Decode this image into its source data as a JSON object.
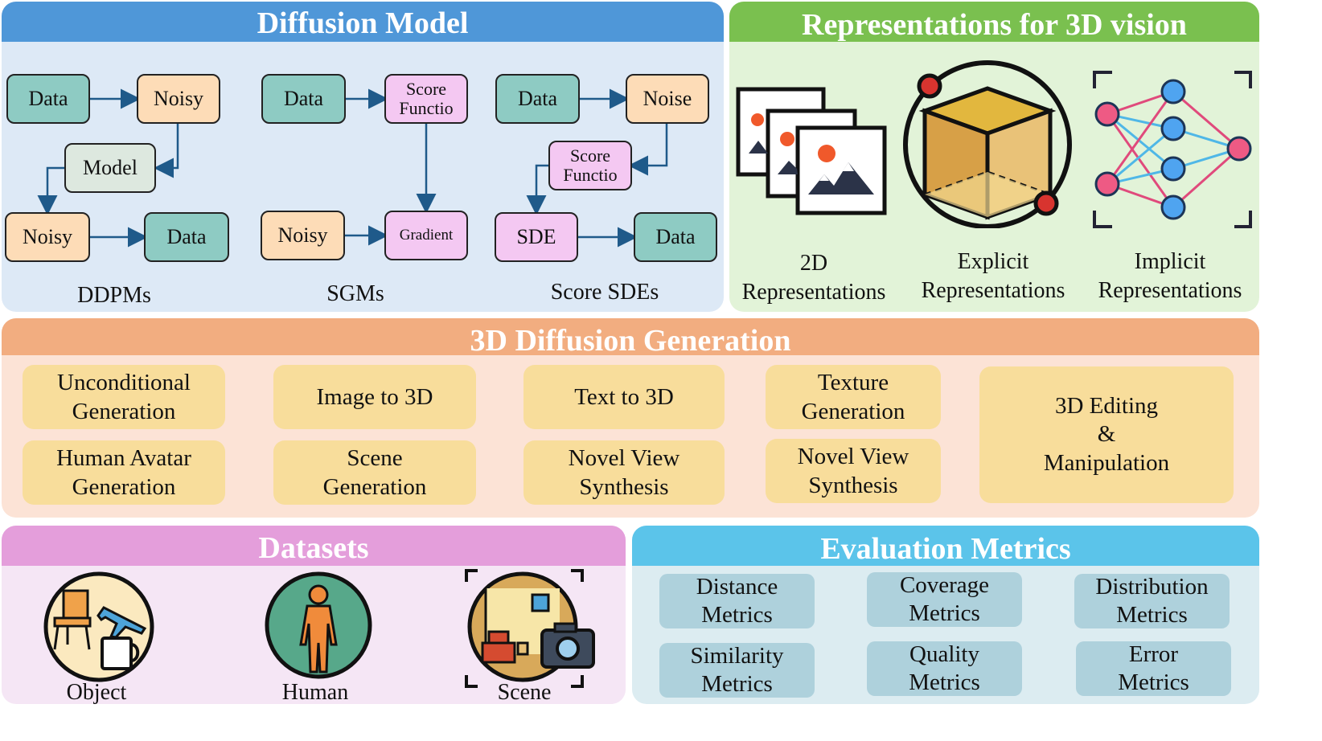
{
  "diffusion": {
    "title": "Diffusion Model",
    "ddpm": {
      "data1": "Data",
      "noisy1": "Noisy",
      "model": "Model",
      "noisy2": "Noisy",
      "data2": "Data",
      "caption": "DDPMs"
    },
    "sgm": {
      "data": "Data",
      "score": "Score\nFunctio",
      "noisy": "Noisy",
      "gradient": "Gradient",
      "caption": "SGMs"
    },
    "sde": {
      "data1": "Data",
      "noise": "Noise",
      "score": "Score\nFunctio",
      "sde": "SDE",
      "data2": "Data",
      "caption": "Score SDEs"
    }
  },
  "representations": {
    "title": "Representations for 3D vision",
    "items": [
      "2D\nRepresentations",
      "Explicit\nRepresentations",
      "Implicit\nRepresentations"
    ]
  },
  "generation": {
    "title": "3D Diffusion Generation",
    "items": [
      "Unconditional\nGeneration",
      "Image to 3D",
      "Text to 3D",
      "Texture\nGeneration",
      "Human Avatar\nGeneration",
      "Scene\nGeneration",
      "Novel View\nSynthesis",
      "Novel View\nSynthesis",
      "3D Editing\n&\nManipulation"
    ]
  },
  "datasets": {
    "title": "Datasets",
    "items": [
      "Object",
      "Human",
      "Scene"
    ]
  },
  "metrics": {
    "title": "Evaluation Metrics",
    "items": [
      "Distance\nMetrics",
      "Coverage\nMetrics",
      "Distribution\nMetrics",
      "Similarity\nMetrics",
      "Quality\nMetrics",
      "Error\nMetrics"
    ]
  },
  "colors": {
    "diffusion_header": "#4f97d8",
    "diffusion_bg": "#dde9f6",
    "repr_header": "#7ac04f",
    "repr_bg": "#e2f3d8",
    "gen_header": "#f2ad80",
    "gen_bg": "#fce3d6",
    "datasets_header": "#e49edb",
    "datasets_bg": "#f5e6f5",
    "metrics_header": "#5bc4ea",
    "metrics_bg": "#dcecf1"
  }
}
